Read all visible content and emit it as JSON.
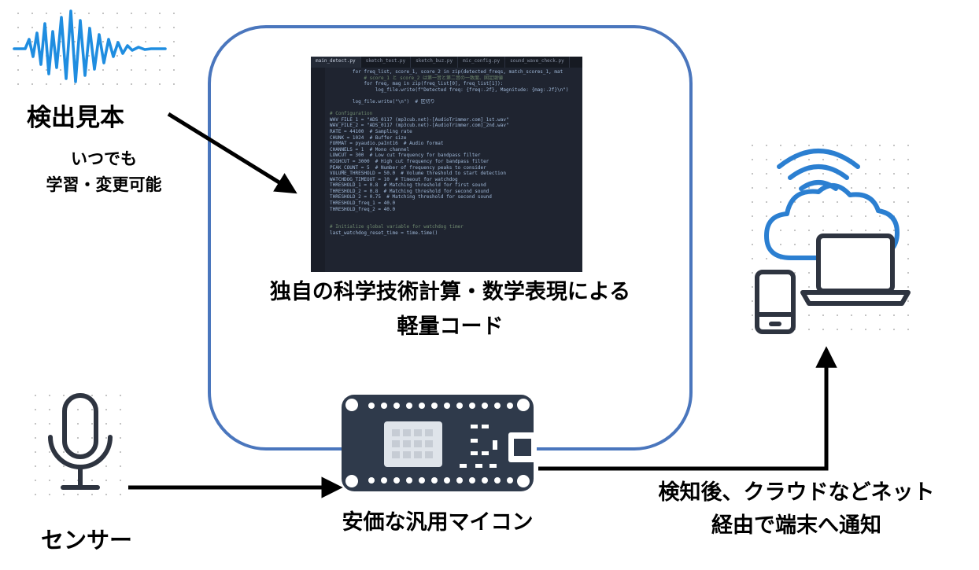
{
  "labels": {
    "sample": "検出見本",
    "learn_line1": "いつでも",
    "learn_line2": "学習・変更可能",
    "code_line1": "独自の科学技術計算・数学表現による",
    "code_line2": "軽量コード",
    "mcu": "安価な汎用マイコン",
    "sensor": "センサー",
    "notify_line1": "検知後、クラウドなどネット",
    "notify_line2": "経由で端末へ通知"
  },
  "editor": {
    "tabs": [
      "main_detect.py",
      "sketch_test.py",
      "sketch_buz.py",
      "mic_config.py",
      "sound_wave_check.py"
    ],
    "lines": [
      "        for freq_list, score_1, score_2 in zip(detected_freqs, match_scores_1, mat",
      "            # score_1 と score_2 は第一音と第二音の一致度、固定閾値",
      "            for freq, mag in zip(freq_list[0], freq_list[1]):",
      "                log_file.write(f\"Detected freq: {freq:.2f}, Magnitude: {mag:.2f}\\n\")",
      "",
      "        log_file.write(\"\\n\")  # 区切り",
      "",
      "# Configuration",
      "WAV_FILE_1 = \"ADS_0117 (mp3cub.net)-[AudioTrimmer.com]_1st.wav\"",
      "WAV_FILE_2 = \"ADS_0117 (mp3cub.net)-[AudioTrimmer.com]_2nd.wav\"",
      "RATE = 44100  # Sampling rate",
      "CHUNK = 1024  # Buffer size",
      "FORMAT = pyaudio.paInt16  # Audio format",
      "CHANNELS = 1  # Mono channel",
      "LOWCUT = 300  # Low cut frequency for bandpass filter",
      "HIGHCUT = 3000  # High cut frequency for bandpass filter",
      "PEAK_COUNT = 5  # Number of frequency peaks to consider",
      "VOLUME_THRESHOLD = 50.0  # Volume threshold to start detection",
      "WATCHDOG_TIMEOUT = 10  # Timeout for watchdog",
      "THRESHOLD_1 = 0.8  # Matching threshold for first sound",
      "THRESHOLD_2 = 0.8  # Matching threshold for second sound",
      "THRESHOLD_2 = 0.75  # Matching threshold for second sound",
      "THRESHOLD_freq_1 = 40.0",
      "THRESHOLD_freq_2 = 40.0",
      "",
      "",
      "# Initialize global variable for watchdog timer",
      "last_watchdog_reset_time = time.time()"
    ]
  },
  "colors": {
    "frame_border": "#4a76bd",
    "waveform": "#1f8de0",
    "wifi_cloud": "#2b7fd1",
    "device_outline": "#2e3440",
    "mcu_board": "#2f3a4b",
    "arrow": "#000000"
  },
  "icons": {
    "waveform": "sound-wave-icon",
    "microphone": "microphone-icon",
    "mcu": "microcontroller-board-icon",
    "wifi": "wifi-icon",
    "cloud": "cloud-icon",
    "smartphone": "smartphone-icon",
    "laptop": "laptop-icon"
  }
}
